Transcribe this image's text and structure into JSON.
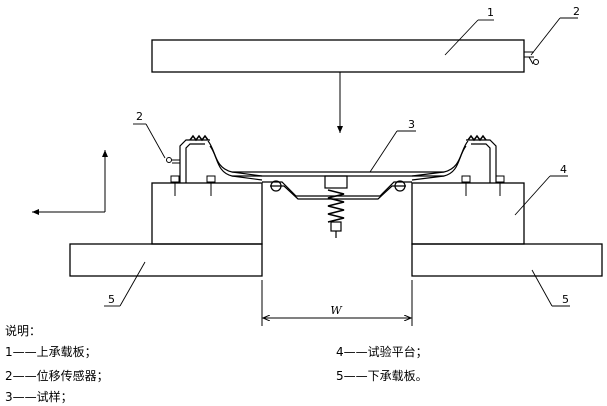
{
  "callouts": {
    "c1": "1",
    "c2_top": "2",
    "c2_left": "2",
    "c3": "3",
    "c4": "4",
    "c5_left": "5",
    "c5_right": "5"
  },
  "dimension": {
    "label": "W"
  },
  "legend": {
    "heading": "说明：",
    "items": [
      "1——上承载板；",
      "2——位移传感器；",
      "3——试样；",
      "4——试验平台；",
      "5——下承载板。"
    ]
  },
  "colors": {
    "line": "#000000",
    "background": "#ffffff"
  }
}
